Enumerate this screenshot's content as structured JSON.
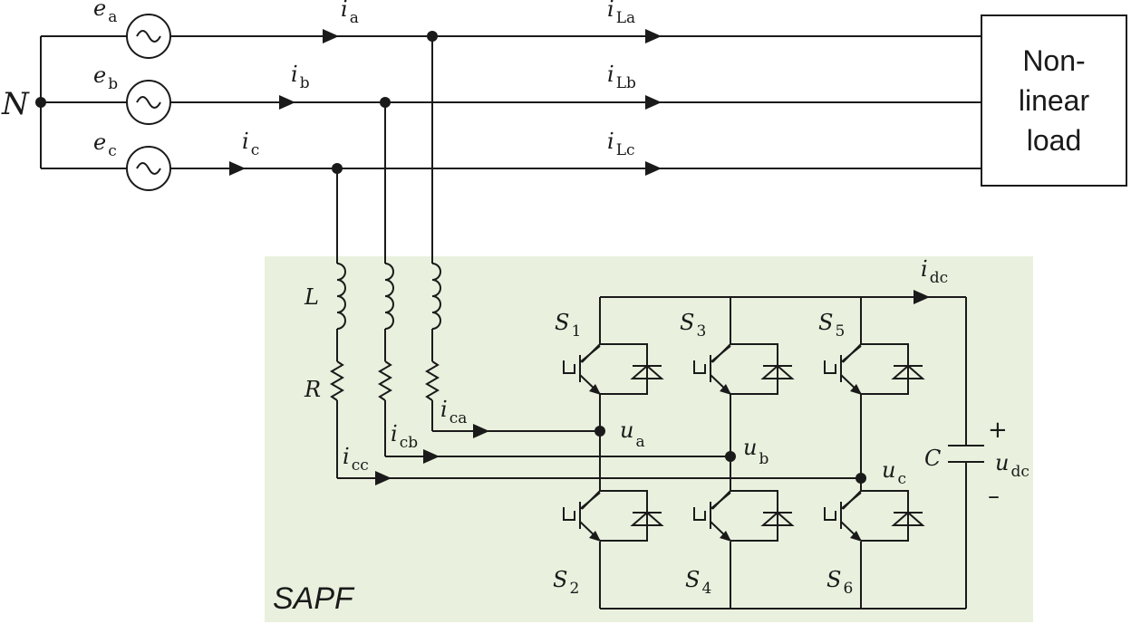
{
  "diagram": {
    "neutral_label": "N",
    "sources": [
      {
        "symbol": "e",
        "sub": "a"
      },
      {
        "symbol": "e",
        "sub": "b"
      },
      {
        "symbol": "e",
        "sub": "c"
      }
    ],
    "phase_currents": [
      {
        "symbol": "i",
        "sub": "a"
      },
      {
        "symbol": "i",
        "sub": "b"
      },
      {
        "symbol": "i",
        "sub": "c"
      }
    ],
    "load_currents": [
      {
        "symbol": "i",
        "sub": "La"
      },
      {
        "symbol": "i",
        "sub": "Lb"
      },
      {
        "symbol": "i",
        "sub": "Lc"
      }
    ],
    "load_box": {
      "line1": "Non-",
      "line2": "linear",
      "line3": "load"
    },
    "filter": {
      "name": "SAPF",
      "background_color": "#e9f1de",
      "inductor_label": "L",
      "resistor_label": "R",
      "compensation_currents": [
        {
          "symbol": "i",
          "sub": "ca"
        },
        {
          "symbol": "i",
          "sub": "cb"
        },
        {
          "symbol": "i",
          "sub": "cc"
        }
      ],
      "leg_voltages": [
        {
          "symbol": "u",
          "sub": "a"
        },
        {
          "symbol": "u",
          "sub": "b"
        },
        {
          "symbol": "u",
          "sub": "c"
        }
      ],
      "switches": [
        {
          "symbol": "S",
          "sub": "1"
        },
        {
          "symbol": "S",
          "sub": "3"
        },
        {
          "symbol": "S",
          "sub": "5"
        },
        {
          "symbol": "S",
          "sub": "2"
        },
        {
          "symbol": "S",
          "sub": "4"
        },
        {
          "symbol": "S",
          "sub": "6"
        }
      ],
      "dc_current": {
        "symbol": "i",
        "sub": "dc"
      },
      "capacitor_label": "C",
      "dc_voltage": {
        "symbol": "u",
        "sub": "dc"
      },
      "plus_sign": "+",
      "minus_sign": "–"
    }
  }
}
